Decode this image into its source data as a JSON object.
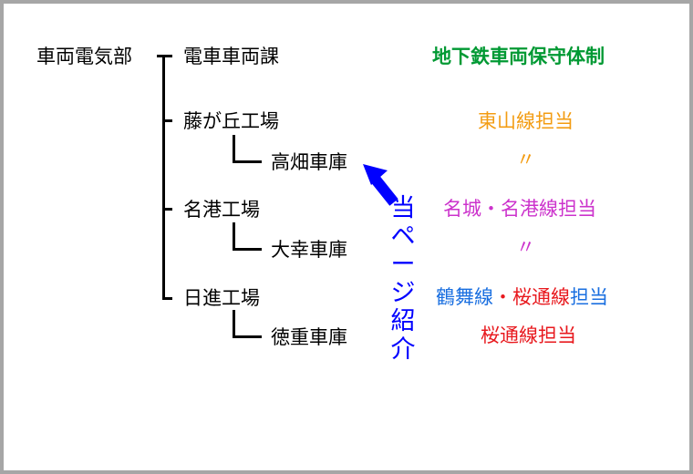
{
  "colors": {
    "title_green": "#009933",
    "orange": "#f39c12",
    "magenta": "#cc33cc",
    "blue": "#1a6fe0",
    "red": "#e8191e",
    "arrow_blue": "#0000ff",
    "frame_gray": "#a6a6a6"
  },
  "org": {
    "root": "車両電気部",
    "ka": "電車車両課",
    "fujigaoka": "藤が丘工場",
    "takabata": "高畑車庫",
    "meiko": "名港工場",
    "daiko": "大幸車庫",
    "nisshin": "日進工場",
    "tokushige": "徳重車庫"
  },
  "legend": {
    "title": "地下鉄車両保守体制",
    "fujigaoka_line": "東山線担当",
    "takabata_ditto": "〃",
    "meiko_line": "名城・名港線担当",
    "daiko_ditto": "〃",
    "nisshin_line_a": "鶴舞線",
    "nisshin_sep": "・",
    "nisshin_line_b": "桜通線",
    "nisshin_suffix": "担当",
    "tokushige_line": "桜通線担当"
  },
  "callout": {
    "text": "当ページ紹介",
    "icon": "arrow-up-left-icon"
  }
}
